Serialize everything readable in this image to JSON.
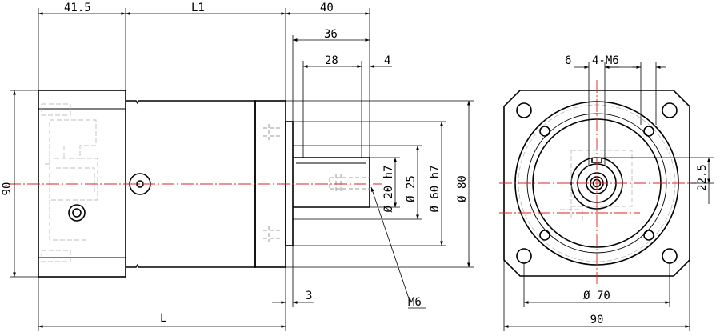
{
  "dimensions": {
    "flange_width": "41.5",
    "body_length": "L1",
    "shaft_overall": "40",
    "shaft_length": "36",
    "key_length": "28",
    "key_offset": "4",
    "total_length": "L",
    "shaft_shoulder": "3",
    "height": "90",
    "shaft_diameter": "Ø 20 h7",
    "collar_diameter": "Ø 25",
    "pilot_diameter": "Ø 60 h7",
    "bolt_circle": "Ø 80",
    "thread": "M6",
    "hole_spacing": "6",
    "holes": "4-M6",
    "key_height": "22.5",
    "front_pcd": "Ø 70",
    "front_width": "90"
  },
  "colors": {
    "outline": "#000000",
    "center_line": "#e02020",
    "hidden_line": "#9a9a9a"
  }
}
